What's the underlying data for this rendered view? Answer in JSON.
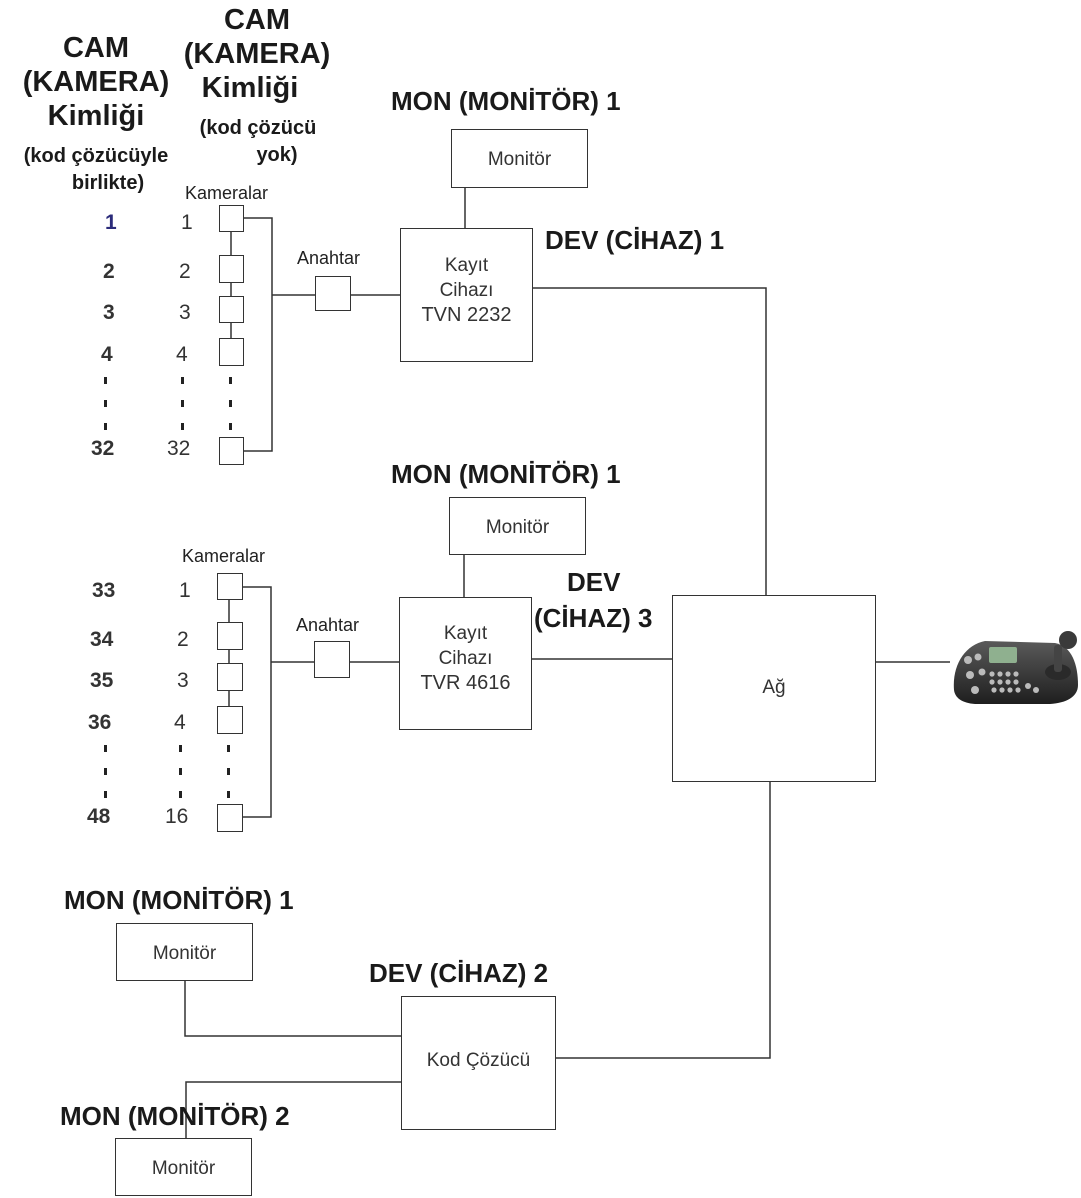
{
  "headers": {
    "with_decoder": [
      "CAM",
      "(KAMERA)",
      "Kimliği",
      "(kod çözücüyle",
      "birlikte)"
    ],
    "without_decoder": [
      "CAM",
      "(KAMERA)",
      "Kimliği",
      "(kod çözücü",
      "yok)"
    ]
  },
  "group1": {
    "cameras_label": "Kameralar",
    "ids_with_decoder": [
      "1",
      "2",
      "3",
      "4",
      "32"
    ],
    "ids_without_decoder": [
      "1",
      "2",
      "3",
      "4",
      "32"
    ],
    "switch_label": "Anahtar",
    "device": {
      "line1": "Kayıt",
      "line2": "Cihazı",
      "line3": "TVN 2232"
    },
    "device_label": "DEV (CİHAZ) 1",
    "monitor_label": "MON (MONİTÖR) 1",
    "monitor_text": "Monitör"
  },
  "group2": {
    "cameras_label": "Kameralar",
    "ids_with_decoder": [
      "33",
      "34",
      "35",
      "36",
      "48"
    ],
    "ids_without_decoder": [
      "1",
      "2",
      "3",
      "4",
      "16"
    ],
    "switch_label": "Anahtar",
    "device": {
      "line1": "Kayıt",
      "line2": "Cihazı",
      "line3": "TVR 4616"
    },
    "device_label_1": "DEV",
    "device_label_2": "(CİHAZ) 3",
    "monitor_label": "MON (MONİTÖR) 1",
    "monitor_text": "Monitör"
  },
  "network": {
    "label": "Ağ"
  },
  "decoder_group": {
    "decoder_text": "Kod Çözücü",
    "device_label": "DEV (CİHAZ) 2",
    "monitor1_label": "MON (MONİTÖR) 1",
    "monitor1_text": "Monitör",
    "monitor2_label": "MON (MONİTÖR) 2",
    "monitor2_text": "Monitör"
  },
  "keyboard": {
    "icon": "ptz-keyboard-controller-icon"
  },
  "colors": {
    "accent_id": "#2b2b7a",
    "line": "#333333"
  }
}
